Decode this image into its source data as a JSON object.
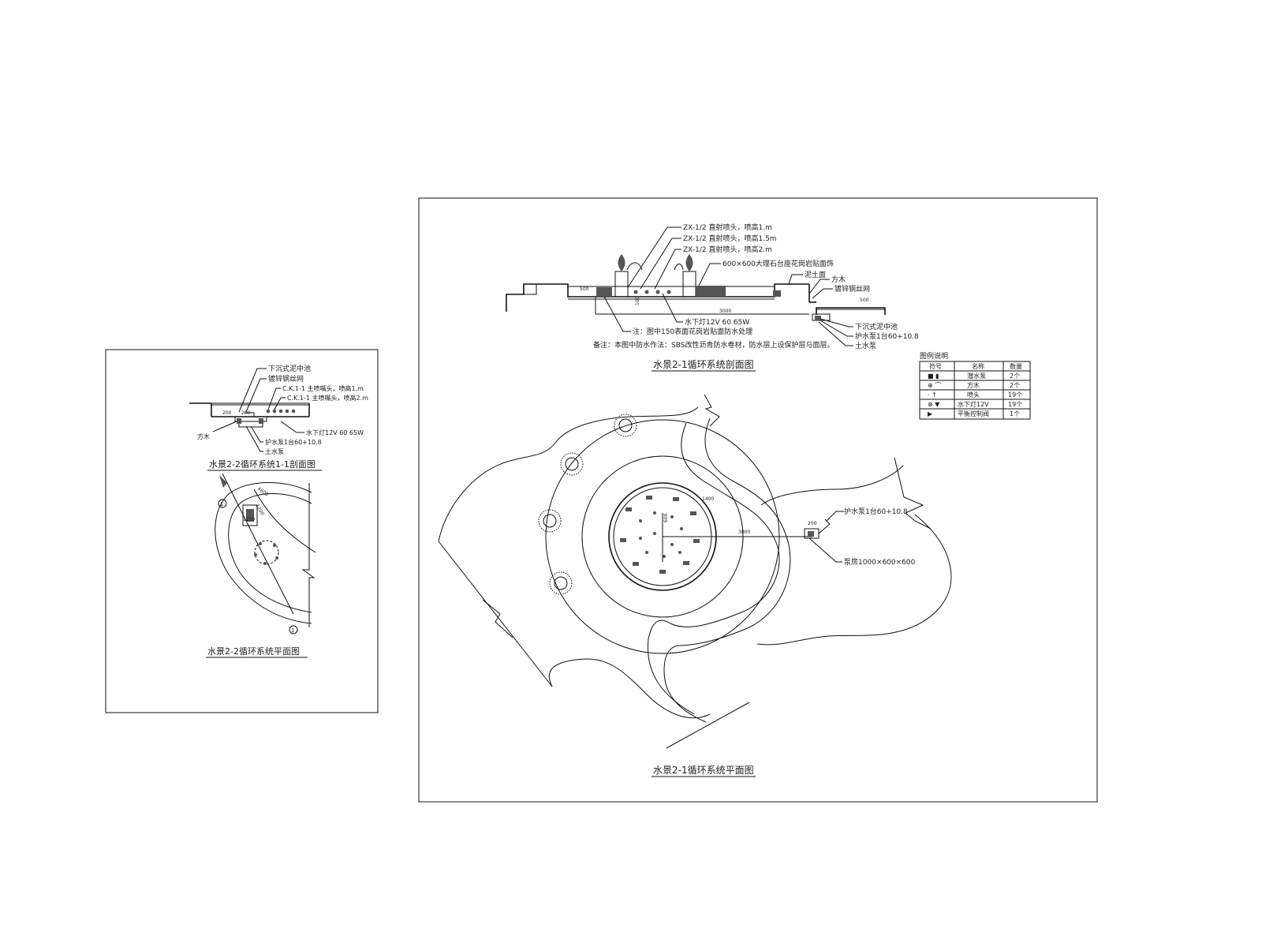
{
  "small_sheet": {
    "section": {
      "labels": [
        "下沉式泥中池",
        "镀锌钢丝网",
        "C.K.1-1 主喷嘴头，喷高1.m",
        "C.K.1-1 主喷嘴头，喷高2.m",
        "水下灯12V 60 65W",
        "护水泵1台60+10.8",
        "土水泵"
      ],
      "left_label": "方木",
      "dims": [
        "200",
        "200"
      ],
      "title": "水景2-2循环系统1-1剖面图"
    },
    "plan": {
      "markers": [
        "1",
        "1"
      ],
      "dims": [
        "4600",
        "1200",
        "1200"
      ],
      "title": "水景2-2循环系统平面图"
    }
  },
  "large_sheet": {
    "section": {
      "callouts": [
        "ZX-1/2 直射喷头，喷高1.m",
        "ZX-1/2 直射喷头，喷高1.5m",
        "ZX-1/2 直射喷头，喷高2.m",
        "600×600大理石台座花岗岩贴面饰",
        "泥土面"
      ],
      "right_labels": [
        "方木",
        "镀锌钢丝网",
        "下沉式泥中池",
        "护水泵1台60+10.8",
        "土水泵"
      ],
      "lower_labels": [
        "水下灯12V 60 65W",
        "注：图中150表面花岗岩贴面防水处理"
      ],
      "note": "备注：本图中防水作法：SBS改性沥青防水卷材，防水层上设保护层与面层。",
      "dims": [
        "100",
        "3000",
        "500",
        "500"
      ],
      "title": "水景2-1循环系统剖面图"
    },
    "legend": {
      "title": "图例说明",
      "headers": [
        "符号",
        "名称",
        "数量"
      ],
      "rows": [
        {
          "symbol": "■ ▮",
          "name": "潜水泵",
          "qty": "2个"
        },
        {
          "symbol": "⊕ ⌒",
          "name": "方木",
          "qty": "2个"
        },
        {
          "symbol": "· ↑",
          "name": "喷头",
          "qty": "19个"
        },
        {
          "symbol": "⊗ ▼",
          "name": "水下灯12V",
          "qty": "19个"
        },
        {
          "symbol": "▶",
          "name": "平衡控制阀",
          "qty": "1个"
        }
      ]
    },
    "plan": {
      "labels": [
        "护水泵1台60+10.8",
        "泵房1000×600×600"
      ],
      "dims": [
        "1400",
        "3000",
        "600",
        "200"
      ],
      "title": "水景2-1循环系统平面图"
    }
  }
}
